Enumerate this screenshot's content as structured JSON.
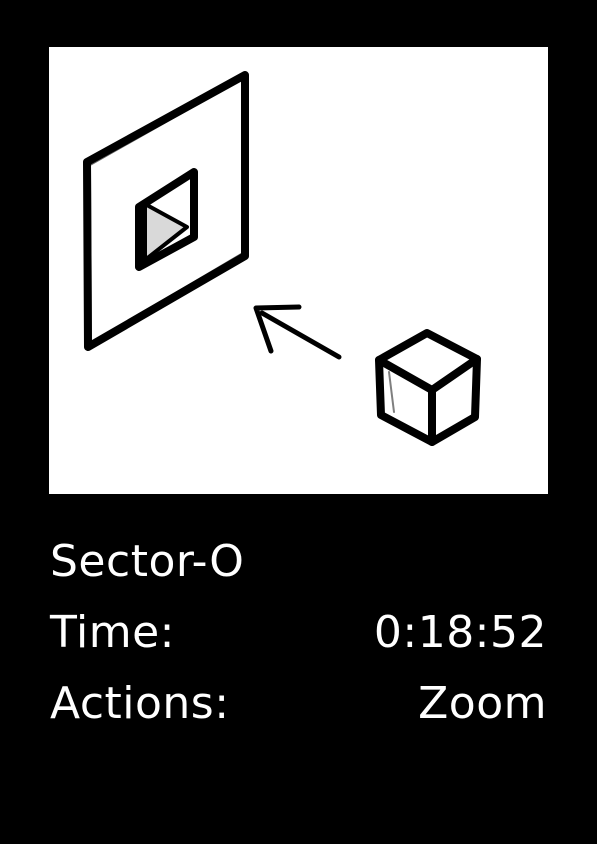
{
  "card": {
    "background_color": "#000000",
    "panel_color": "#ffffff",
    "ink_color": "#000000",
    "illustration": {
      "icons": [
        "frame-with-triangle-icon",
        "arrow-icon",
        "cube-icon"
      ]
    },
    "sector": "Sector-O",
    "time_label": "Time:",
    "time_value": "0:18:52",
    "actions_label": "Actions:",
    "actions_value": "Zoom"
  }
}
